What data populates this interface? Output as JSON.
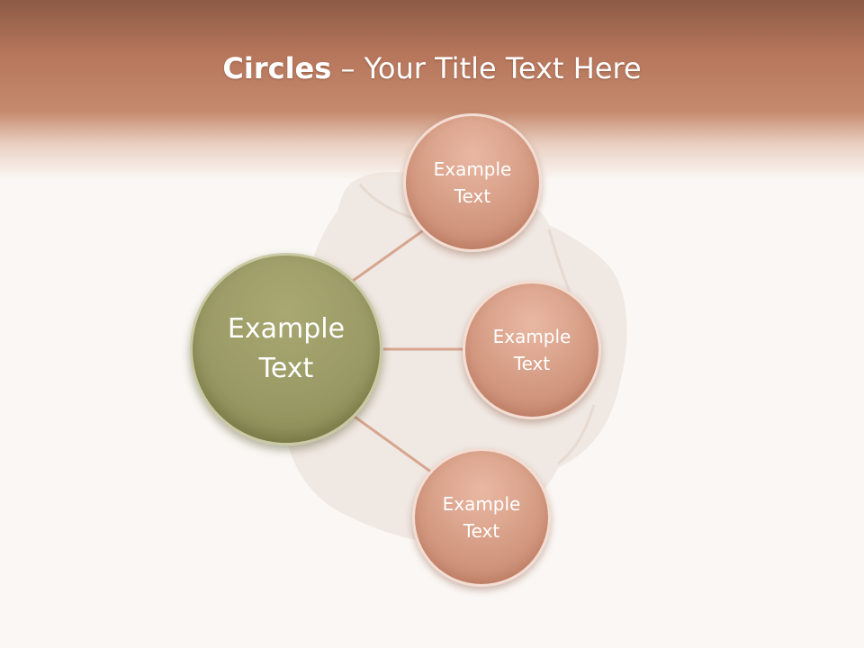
{
  "title": {
    "bold": "Circles",
    "rest": " – Your Title Text Here"
  },
  "diagram": {
    "center": {
      "label": "Example Text"
    },
    "nodes": [
      {
        "label": "Example Text"
      },
      {
        "label": "Example Text"
      },
      {
        "label": "Example Text"
      }
    ]
  },
  "colors": {
    "header": "#b6765c",
    "center_fill": "#9a9a66",
    "node_fill": "#d49a82",
    "connector": "#d7a690",
    "background": "#fbf7f4"
  }
}
